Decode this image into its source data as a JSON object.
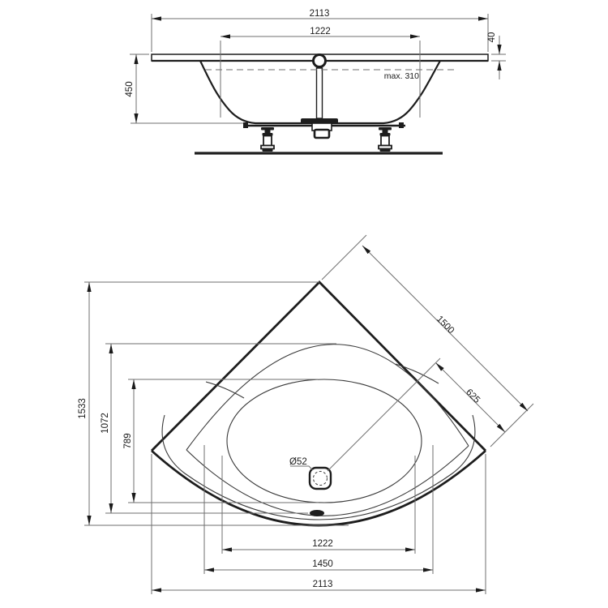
{
  "drawing": {
    "type": "bathtub technical drawing, corner bath with elevation and plan views",
    "side_view": {
      "dim_overall_width": "2113",
      "dim_inner_width": "1222",
      "dim_rim_height": "40",
      "dim_depth": "450",
      "label_max_fill": "max. 310"
    },
    "plan_view": {
      "dim_total_depth": "1533",
      "dim_basin_outer_depth": "1072",
      "dim_basin_inner_depth": "789",
      "dim_side_length": "1500",
      "dim_drain_offset": "625",
      "label_drain_diameter": "Ø52",
      "dim_bottom_inner_width": "1222",
      "dim_bottom_mid_width": "1450",
      "dim_bottom_overall_width": "2113"
    },
    "colors": {
      "background": "#ffffff",
      "outline": "#1d1d1d",
      "dimension_lines": "#6f6f6f",
      "text": "#1a1a1a"
    }
  }
}
